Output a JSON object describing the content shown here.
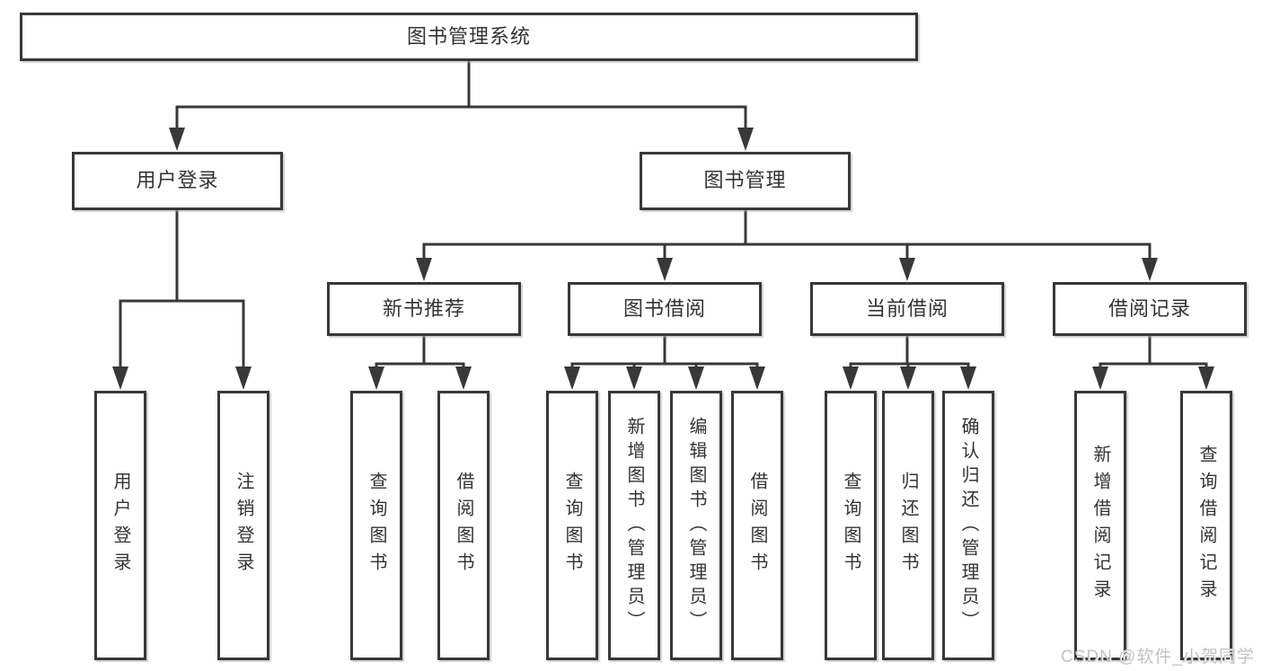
{
  "diagram": {
    "root": {
      "label": "图书管理系统"
    },
    "branches": [
      {
        "label": "用户登录",
        "children": [
          {
            "label": "用户登录"
          },
          {
            "label": "注销登录"
          }
        ]
      },
      {
        "label": "图书管理",
        "children": [
          {
            "label": "新书推荐",
            "children": [
              {
                "label": "查询图书"
              },
              {
                "label": "借阅图书"
              }
            ]
          },
          {
            "label": "图书借阅",
            "children": [
              {
                "label": "查询图书"
              },
              {
                "label": "新增图书（管理员）"
              },
              {
                "label": "编辑图书（管理员）"
              },
              {
                "label": "借阅图书"
              }
            ]
          },
          {
            "label": "当前借阅",
            "children": [
              {
                "label": "查询图书"
              },
              {
                "label": "归还图书"
              },
              {
                "label": "确认归还（管理员）"
              }
            ]
          },
          {
            "label": "借阅记录",
            "children": [
              {
                "label": "新增借阅记录"
              },
              {
                "label": "查询借阅记录"
              }
            ]
          }
        ]
      }
    ]
  },
  "watermark": {
    "text": "CSDN @软件_小贺同学"
  },
  "colors": {
    "line": "#383838",
    "text": "#333333",
    "background": "#ffffff",
    "watermark": "#c2c2c2"
  }
}
